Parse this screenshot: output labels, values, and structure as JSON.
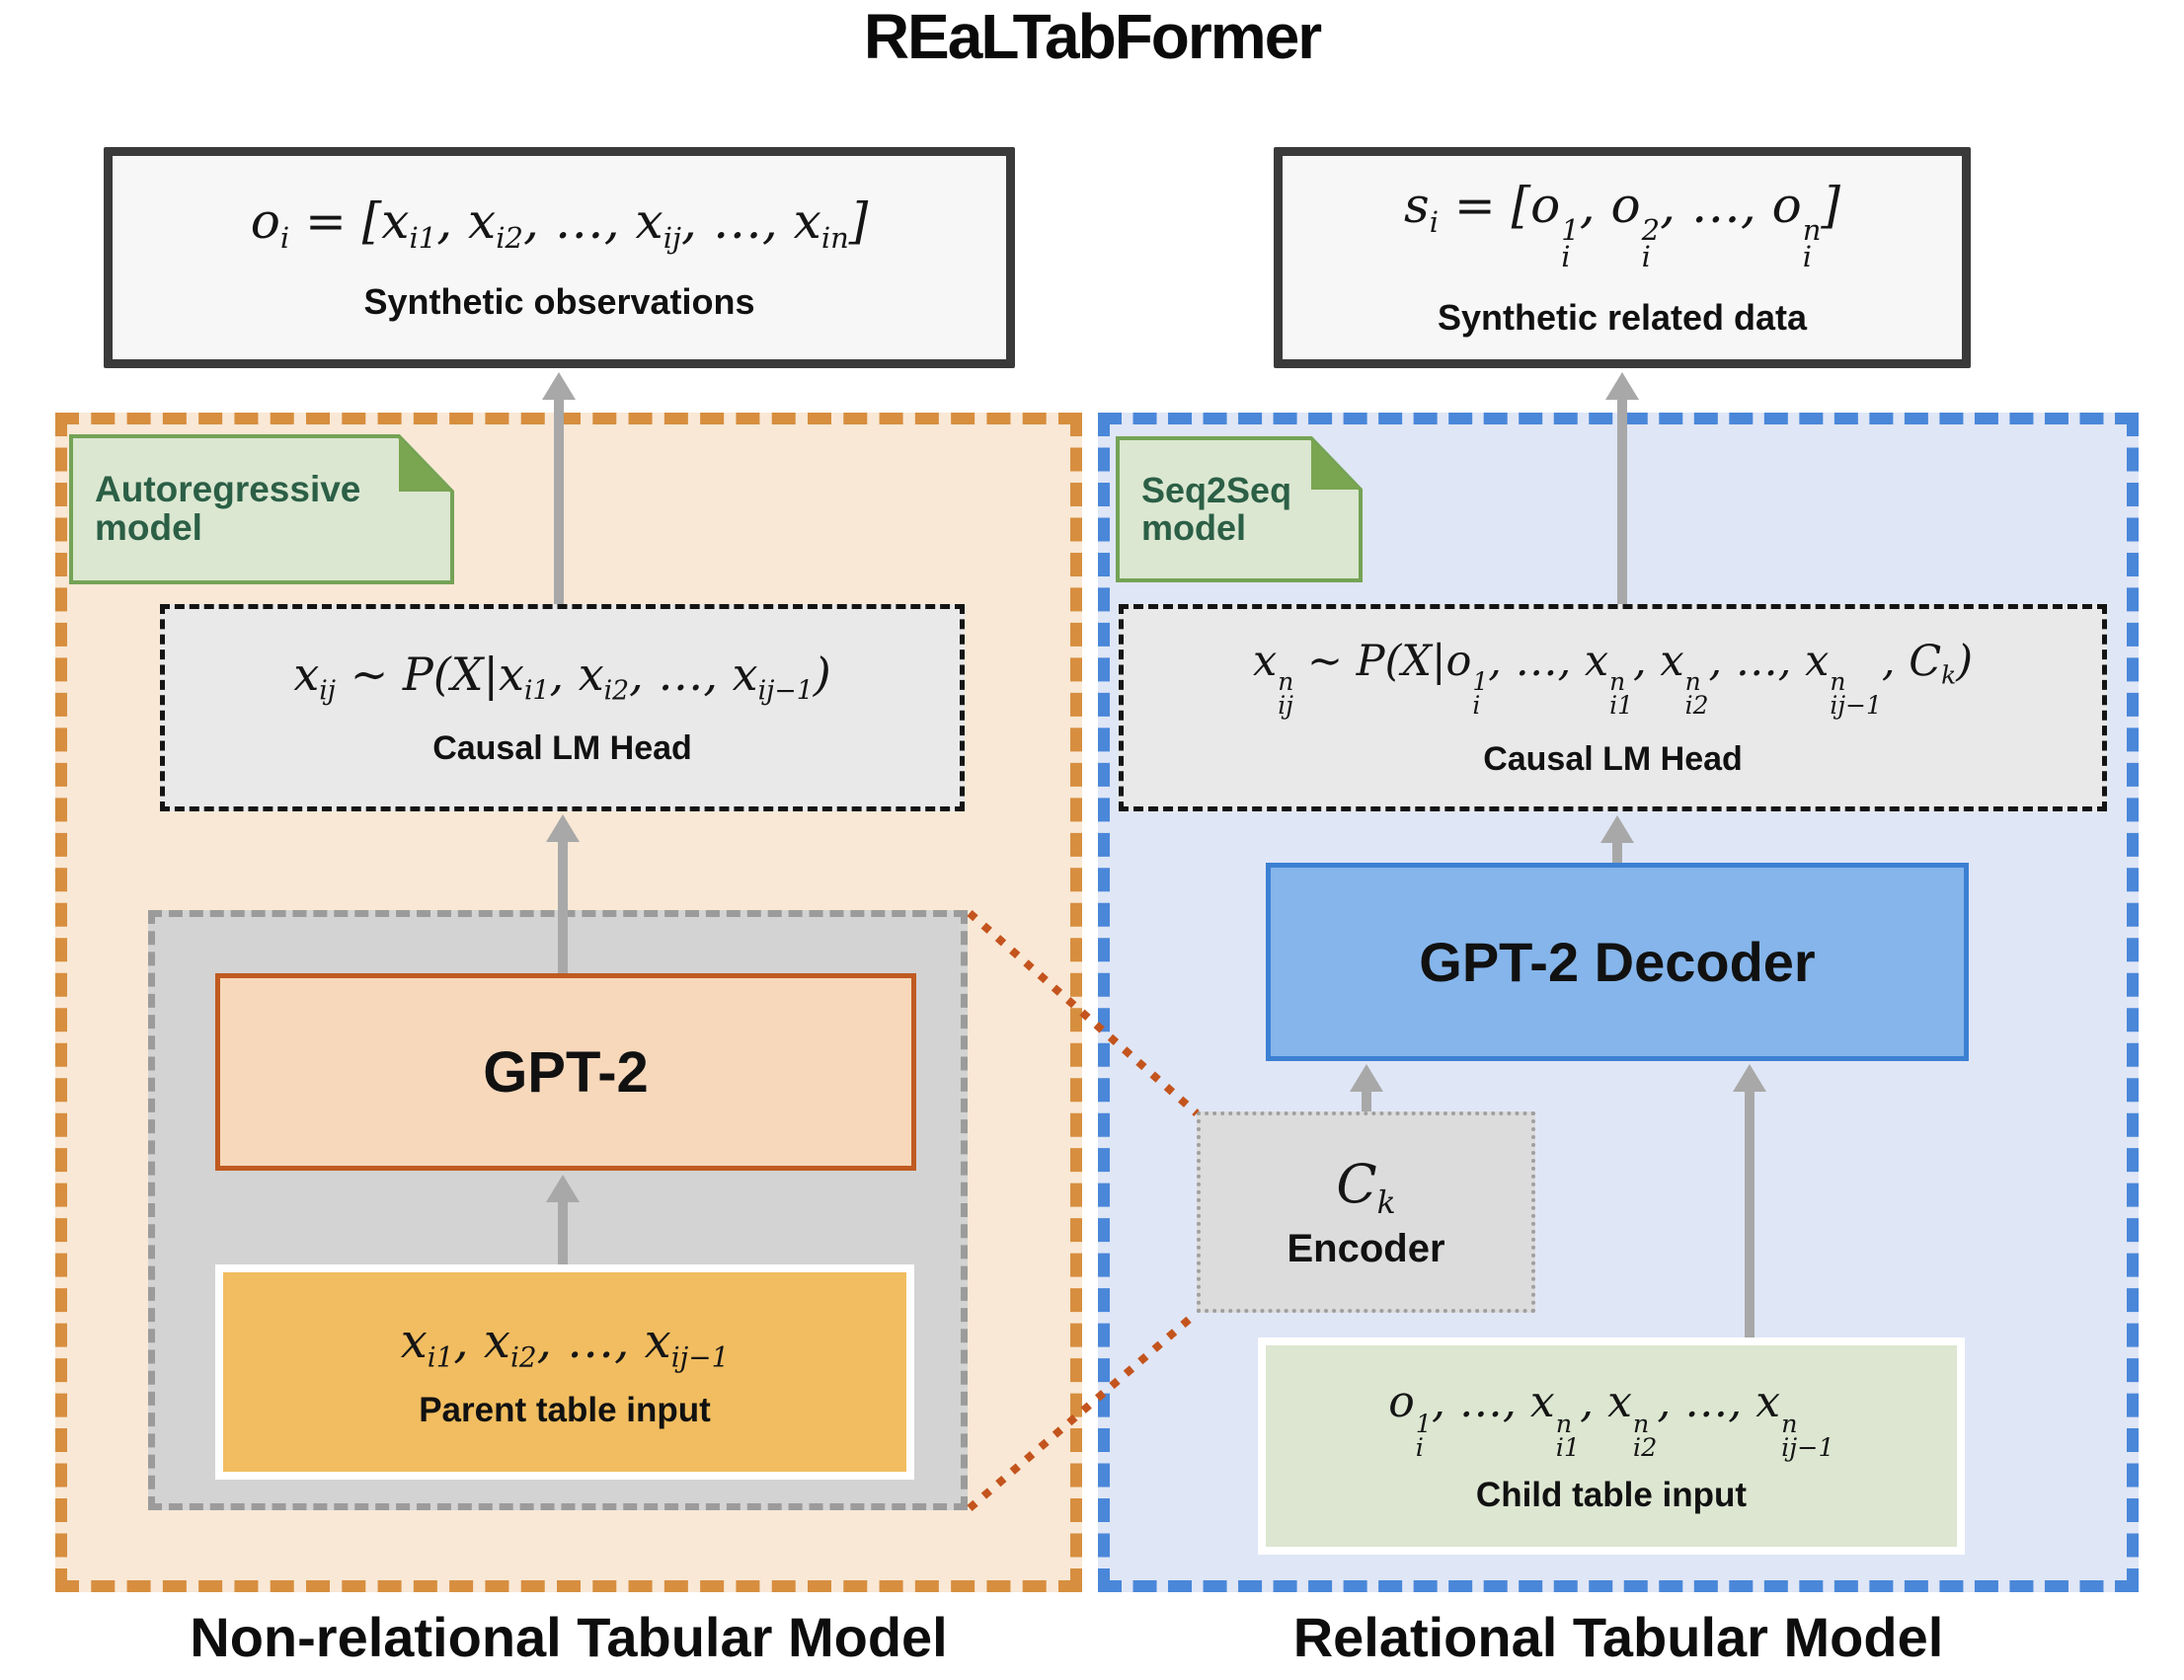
{
  "title": "REaLTabFormer",
  "colors": {
    "left_panel_border": "#d78e3f",
    "left_panel_fill": "#f9e8d5",
    "right_panel_border": "#4a87d9",
    "right_panel_fill": "#dfe6f6",
    "note_fill": "#dbe7d1",
    "note_border": "#74a356",
    "note_fold": "#7aa551",
    "note_text": "#2b5f46",
    "gpt2_fill": "#f8d8bb",
    "gpt2_border": "#c05a20",
    "parent_input_fill": "#f1bd60",
    "decoder_fill": "#85b5ea",
    "decoder_border": "#3c80d2",
    "child_input_fill": "#dce6d1",
    "encoder_fill": "#dcdcdc",
    "arrow": "#a8a8a8",
    "connector_dotted": "#c4541d"
  },
  "outputs": {
    "left": {
      "formula": "o_{i} = [x_{i1}, x_{i2}, …, x_{ij}, …, x_{in}]",
      "label": "Synthetic observations"
    },
    "right": {
      "formula": "s_{i} = [o^{1}_{i}, o^{2}_{i}, …, o^{n}_{i}]",
      "label": "Synthetic related data"
    }
  },
  "left_panel": {
    "note": [
      "Autoregressive",
      "model"
    ],
    "lm_head": {
      "formula": "x_{ij} ∼ P(X|x_{i1}, x_{i2}, …, x_{ij−1})",
      "label": "Causal LM Head"
    },
    "gpt2_label": "GPT-2",
    "input": {
      "formula": "x_{i1}, x_{i2}, …, x_{ij−1}",
      "label": "Parent table input"
    },
    "caption": "Non-relational Tabular Model"
  },
  "right_panel": {
    "note": [
      "Seq2Seq",
      "model"
    ],
    "lm_head": {
      "formula": "x^{n}_{ij} ∼ P(X|o^{1}_{i}, …, x^{n}_{i1}, x^{n}_{i2}, …, x^{n}_{ij−1}, C_{k})",
      "label": "Causal LM Head"
    },
    "decoder_label": "GPT-2 Decoder",
    "encoder": {
      "formula": "C_{k}",
      "label": "Encoder"
    },
    "input": {
      "formula": "o^{1}_{i}, …, x^{n}_{i1}, x^{n}_{i2}, …, x^{n}_{ij−1}",
      "label": "Child table input"
    },
    "caption": "Relational Tabular Model"
  }
}
